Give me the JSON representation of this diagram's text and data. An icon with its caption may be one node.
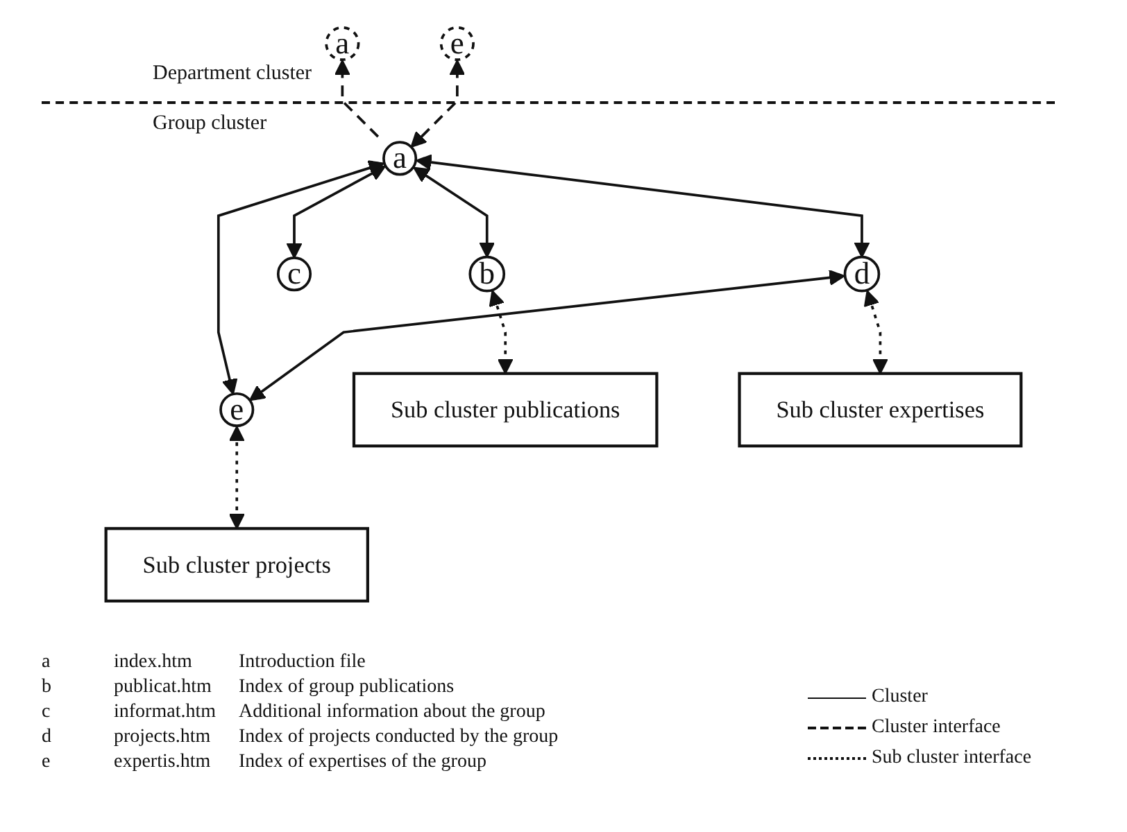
{
  "diagram": {
    "nodes": [
      {
        "text": [
          "a"
        ]
      },
      {
        "text": [
          "e"
        ]
      },
      {
        "text": [
          "a"
        ]
      },
      {
        "text": [
          "b"
        ]
      },
      {
        "text": [
          "c"
        ]
      },
      {
        "text": [
          "d"
        ]
      },
      {
        "text": [
          "e"
        ]
      },
      {
        "text": [
          "Sub cluster publications"
        ]
      },
      {
        "text": [
          "Sub cluster expertises"
        ]
      },
      {
        "text": [
          "Sub cluster projects"
        ]
      }
    ],
    "edges": [
      {
        "from": 2,
        "to": 0,
        "arrow": "to",
        "style": "dashed"
      },
      {
        "from": 2,
        "to": 1,
        "arrow": "both",
        "style": "dashed"
      },
      {
        "from": 2,
        "to": 3,
        "arrow": "both"
      },
      {
        "from": 2,
        "to": 4,
        "arrow": "both"
      },
      {
        "from": 2,
        "to": 5,
        "arrow": "both"
      },
      {
        "from": 2,
        "to": 6,
        "arrow": "both"
      },
      {
        "from": 5,
        "to": 6,
        "arrow": "both"
      },
      {
        "from": 3,
        "to": 7,
        "arrow": "both",
        "style": "dashed"
      },
      {
        "from": 5,
        "to": 8,
        "arrow": "both",
        "style": "dashed"
      },
      {
        "from": 6,
        "to": 9,
        "arrow": "both",
        "style": "dashed"
      }
    ],
    "labels": [
      "Department cluster",
      "Group cluster",
      "a",
      "index.htm",
      "Introduction file",
      "b",
      "publicat.htm",
      "Index of group publications",
      "c",
      "informat.htm",
      "Additional information about the group",
      "d",
      "projects.htm",
      "Index of projects conducted by the group",
      "e",
      "expertis.htm",
      "Index of expertises of the group"
    ],
    "legend": [
      {
        "text": "Cluster"
      },
      {
        "text": "Cluster interface"
      },
      {
        "text": "Sub cluster interface"
      }
    ]
  }
}
